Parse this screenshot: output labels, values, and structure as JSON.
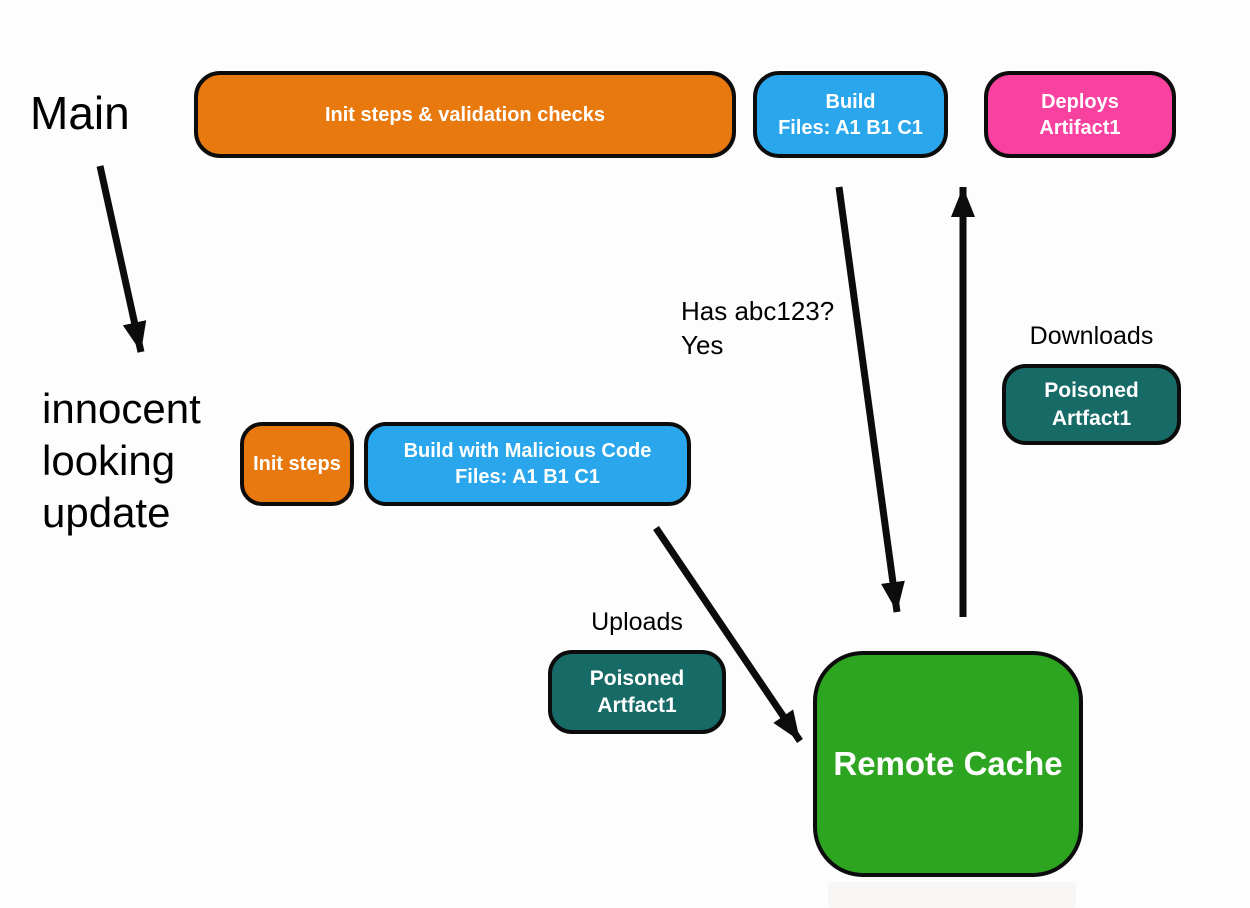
{
  "colors": {
    "orange": "#E8790F",
    "blue": "#2AA7EC",
    "pink": "#F9419F",
    "teal": "#176B66",
    "green": "#2EA520",
    "stroke": "#0C0C0C",
    "text": "#000000",
    "box_text": "#FFFFFF",
    "background": "#FDFDFD"
  },
  "labels": {
    "main": "Main",
    "innocent_line1": "innocent",
    "innocent_line2": "looking",
    "innocent_line3": "update",
    "has_hash_line1": "Has abc123?",
    "has_hash_line2": "Yes",
    "downloads": "Downloads",
    "uploads": "Uploads"
  },
  "nodes": {
    "init_validation": {
      "lines": [
        "Init steps & validation checks"
      ]
    },
    "build": {
      "lines": [
        "Build",
        "Files: A1 B1 C1"
      ]
    },
    "deploys": {
      "lines": [
        "Deploys",
        "Artifact1"
      ]
    },
    "init_steps": {
      "lines": [
        "Init steps"
      ]
    },
    "build_malicious": {
      "lines": [
        "Build with Malicious Code",
        "Files: A1 B1 C1"
      ]
    },
    "poisoned_uploaded": {
      "lines": [
        "Poisoned",
        "Artfact1"
      ]
    },
    "poisoned_downloaded": {
      "lines": [
        "Poisoned",
        "Artfact1"
      ]
    },
    "remote_cache": {
      "lines": [
        "Remote Cache"
      ]
    }
  }
}
